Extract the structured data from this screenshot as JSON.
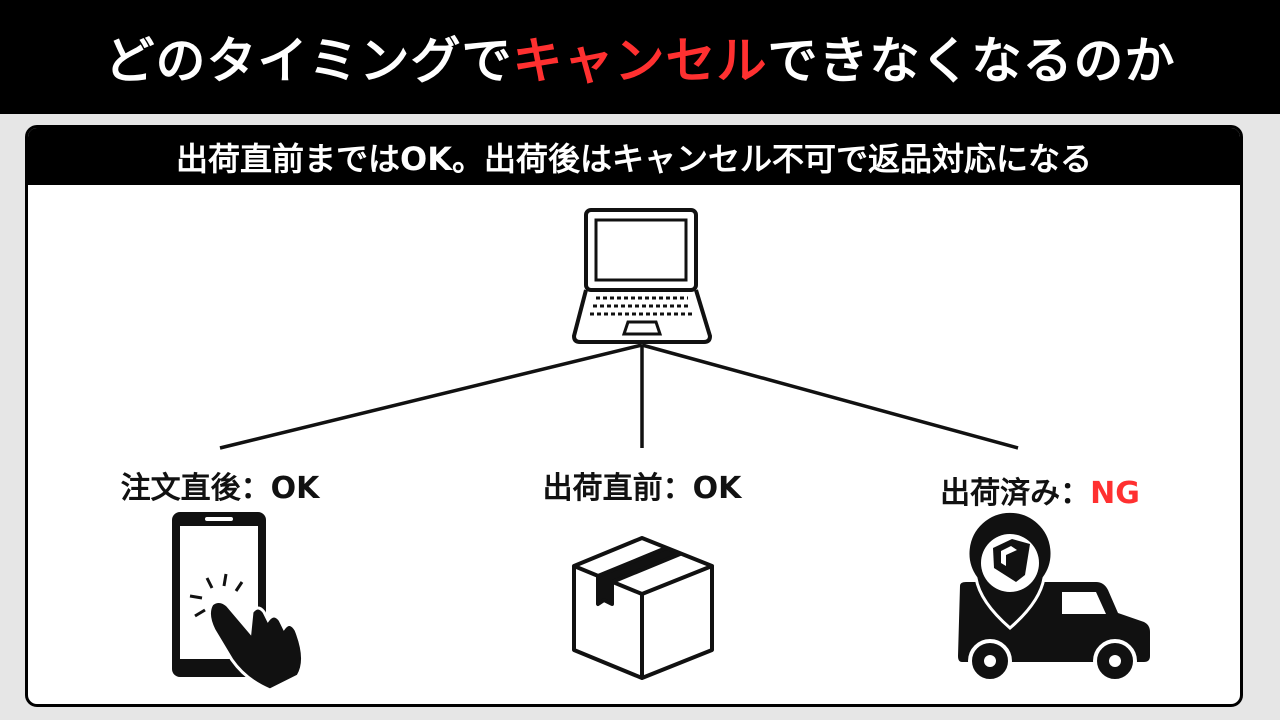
{
  "title": {
    "part1": "どのタイミングで",
    "highlight": "キャンセル",
    "part2": "できなくなるのか"
  },
  "panel": {
    "heading": "出荷直前まではOK。出荷後はキャンセル不可で返品対応になる"
  },
  "stages": [
    {
      "label": "注文直後：",
      "status": "OK",
      "icon": "smartphone-tap-icon"
    },
    {
      "label": "出荷直前：",
      "status": "OK",
      "icon": "cardboard-box-icon"
    },
    {
      "label": "出荷済み：",
      "status": "NG",
      "icon": "delivery-truck-icon"
    }
  ],
  "colors": {
    "accent": "#ff3030",
    "bg": "#e6e6e6"
  }
}
